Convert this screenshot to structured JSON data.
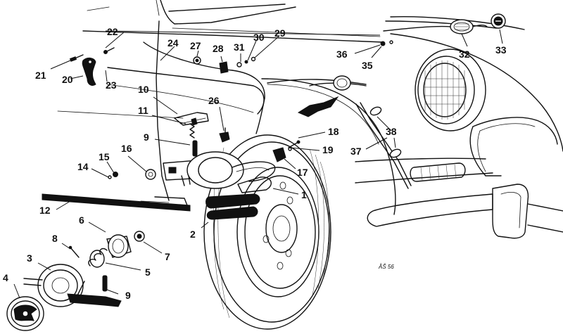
{
  "figure": {
    "drawing_mark": "ÅŠ 56"
  },
  "callouts": [
    {
      "id": "1",
      "label": "1"
    },
    {
      "id": "2",
      "label": "2"
    },
    {
      "id": "3",
      "label": "3"
    },
    {
      "id": "4",
      "label": "4"
    },
    {
      "id": "5",
      "label": "5"
    },
    {
      "id": "6",
      "label": "6"
    },
    {
      "id": "7",
      "label": "7"
    },
    {
      "id": "8",
      "label": "8"
    },
    {
      "id": "9a",
      "label": "9"
    },
    {
      "id": "9b",
      "label": "9"
    },
    {
      "id": "10",
      "label": "10"
    },
    {
      "id": "11",
      "label": "11"
    },
    {
      "id": "12",
      "label": "12"
    },
    {
      "id": "14",
      "label": "14"
    },
    {
      "id": "15",
      "label": "15"
    },
    {
      "id": "16",
      "label": "16"
    },
    {
      "id": "17",
      "label": "17"
    },
    {
      "id": "18",
      "label": "18"
    },
    {
      "id": "19",
      "label": "19"
    },
    {
      "id": "20",
      "label": "20"
    },
    {
      "id": "21",
      "label": "21"
    },
    {
      "id": "22",
      "label": "22"
    },
    {
      "id": "23",
      "label": "23"
    },
    {
      "id": "24",
      "label": "24"
    },
    {
      "id": "26",
      "label": "26"
    },
    {
      "id": "27",
      "label": "27"
    },
    {
      "id": "28",
      "label": "28"
    },
    {
      "id": "29",
      "label": "29"
    },
    {
      "id": "30",
      "label": "30"
    },
    {
      "id": "31",
      "label": "31"
    },
    {
      "id": "32",
      "label": "32"
    },
    {
      "id": "33",
      "label": "33"
    },
    {
      "id": "35",
      "label": "35"
    },
    {
      "id": "36",
      "label": "36"
    },
    {
      "id": "37",
      "label": "37"
    },
    {
      "id": "38",
      "label": "38"
    }
  ]
}
